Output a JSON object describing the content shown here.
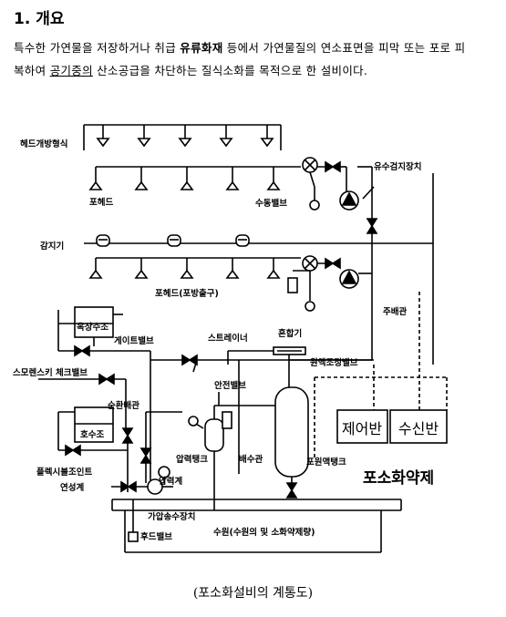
{
  "section": {
    "number": "1.",
    "title": "개요"
  },
  "intro": {
    "part1": "특수한 가연물을 저장하거나 취급 ",
    "bold": "유류화재",
    "part2": " 등에서 가연물질의 연소표면을 피막 또는 포로 피복하여 ",
    "underlined": "공기중의",
    "part3": " 산소공급을 차단하는 질식소화를 목적으로 한 설비이다."
  },
  "diagram": {
    "labels": {
      "head_open": "헤드개방형식",
      "foam_head": "포헤드",
      "manual_valve": "수동밸브",
      "flow_detector": "유수검지장치",
      "detector": "감지기",
      "foam_head_outlet": "포헤드(포방출구)",
      "main_pipe": "주배관",
      "roof_tank": "옥상수조",
      "gate_valve": "게이트밸브",
      "strainer": "스트레이너",
      "mixer": "혼합기",
      "flow_control_valve": "원액조정밸브",
      "smolensky_check_valve": "스모렌스키 체크밸브",
      "circulation_pipe": "순환배관",
      "safety_valve": "안전밸브",
      "reservoir": "호수조",
      "pressure_tank": "압력탱크",
      "drain_pipe": "배수관",
      "foam_tank": "포원액탱크",
      "flexible_joint": "플렉시블조인트",
      "pressure_gauge": "압력계",
      "suction_gauge": "연성계",
      "pump_unit": "가압송수장치",
      "water_source": "수원(수원의 및 소화약제량)",
      "foot_valve": "후드밸브",
      "control_panel": "제어반",
      "receiver_panel": "수신반",
      "system_title": "포소화약제"
    }
  },
  "caption": "(포소화설비의 계통도)"
}
